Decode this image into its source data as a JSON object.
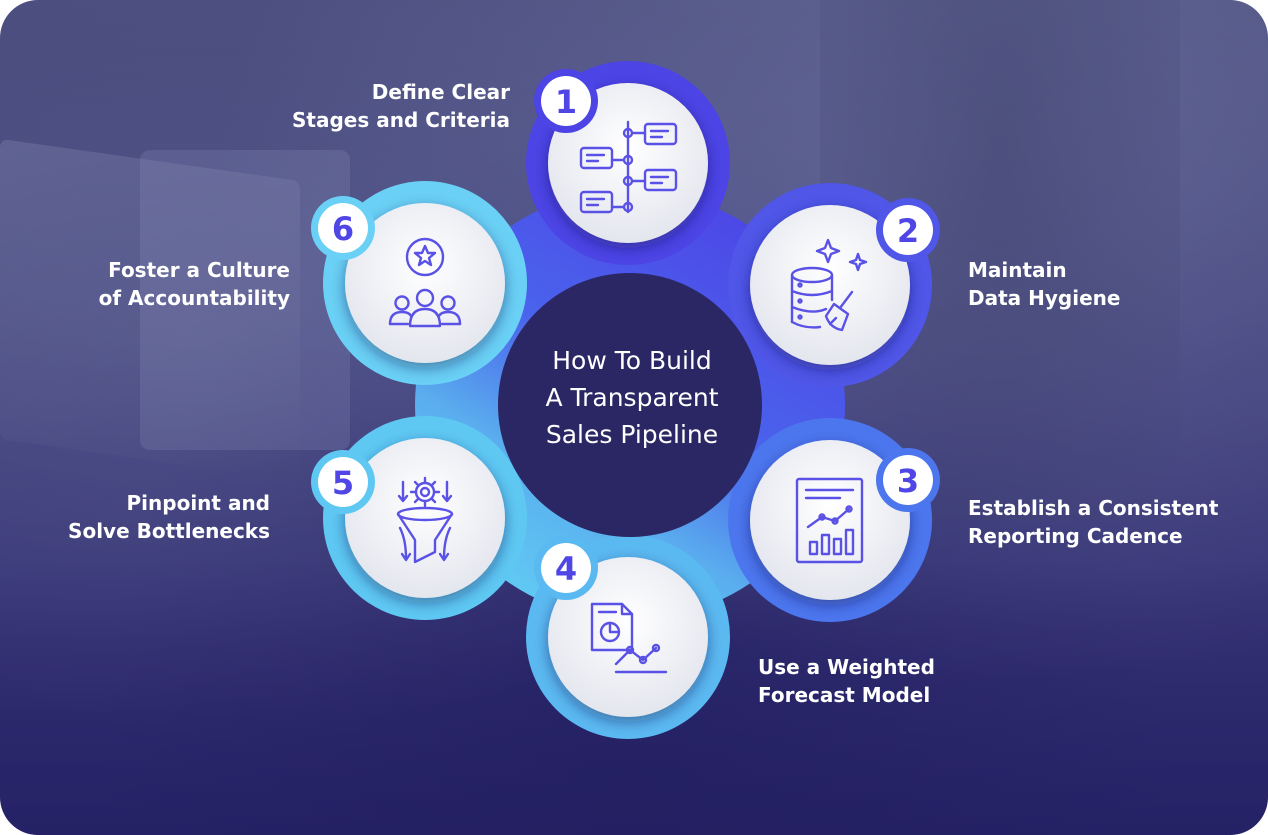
{
  "center_title": [
    "How To Build",
    "A Transparent",
    "Sales Pipeline"
  ],
  "steps": [
    {
      "number": "1",
      "lines": [
        "Define Clear",
        "Stages and Criteria"
      ],
      "icon": "flowchart-icon"
    },
    {
      "number": "2",
      "lines": [
        "Maintain",
        "Data Hygiene"
      ],
      "icon": "database-cleaning-icon"
    },
    {
      "number": "3",
      "lines": [
        "Establish a Consistent",
        "Reporting Cadence"
      ],
      "icon": "report-chart-icon"
    },
    {
      "number": "4",
      "lines": [
        "Use a Weighted",
        "Forecast Model"
      ],
      "icon": "forecast-document-icon"
    },
    {
      "number": "5",
      "lines": [
        "Pinpoint and",
        "Solve Bottlenecks"
      ],
      "icon": "funnel-gear-icon"
    },
    {
      "number": "6",
      "lines": [
        "Foster a Culture",
        "of Accountability"
      ],
      "icon": "team-star-icon"
    }
  ],
  "colors": {
    "icon_stroke": "#5a52e6",
    "number_text": "#4f46e5",
    "dark_ring": "#4f46e5",
    "light_ring": "#5ec4f0",
    "center_fill": "#2b2764"
  }
}
